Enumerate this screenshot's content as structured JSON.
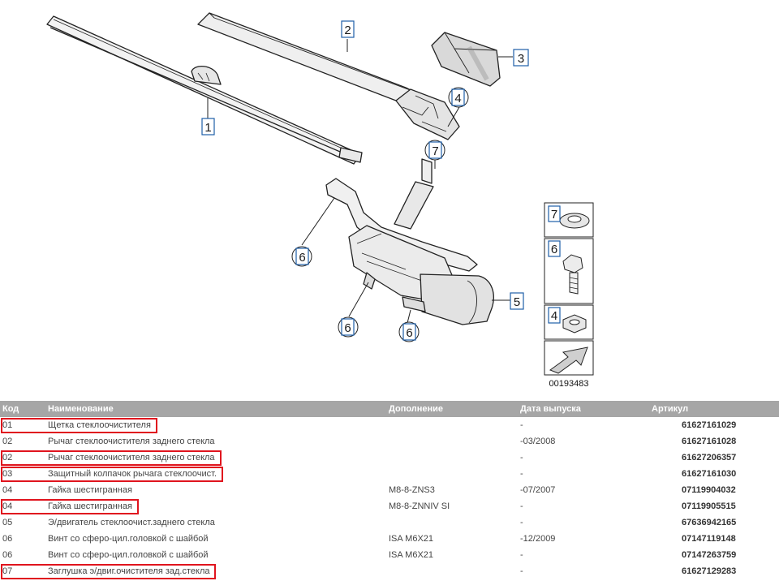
{
  "diagram": {
    "callouts": [
      "1",
      "2",
      "3",
      "4",
      "7",
      "6",
      "6",
      "6",
      "5"
    ],
    "legend_items": [
      "7",
      "6",
      "4"
    ],
    "code": "00193483"
  },
  "table": {
    "headers": {
      "code": "Код",
      "name": "Наименование",
      "supplement": "Дополнение",
      "release_date": "Дата выпуска",
      "article": "Артикул"
    },
    "rows": [
      {
        "code": "01",
        "name": "Щетка стеклоочистителя",
        "supplement": "",
        "date": "-",
        "article": "61627161029",
        "highlight": true
      },
      {
        "code": "02",
        "name": "Рычаг стеклоочистителя заднего стекла",
        "supplement": "",
        "date": "-03/2008",
        "article": "61627161028",
        "highlight": false
      },
      {
        "code": "02",
        "name": "Рычаг стеклоочистителя заднего стекла",
        "supplement": "",
        "date": "-",
        "article": "61627206357",
        "highlight": true
      },
      {
        "code": "03",
        "name": "Защитный колпачок рычага стеклоочист.",
        "supplement": "",
        "date": "-",
        "article": "61627161030",
        "highlight": true
      },
      {
        "code": "04",
        "name": "Гайка шестигранная",
        "supplement": "M8-8-ZNS3",
        "date": "-07/2007",
        "article": "07119904032",
        "highlight": false
      },
      {
        "code": "04",
        "name": "Гайка шестигранная",
        "supplement": "M8-8-ZNNIV SI",
        "date": "-",
        "article": "07119905515",
        "highlight": true
      },
      {
        "code": "05",
        "name": "Э/двигатель стеклоочист.заднего стекла",
        "supplement": "",
        "date": "-",
        "article": "67636942165",
        "highlight": false
      },
      {
        "code": "06",
        "name": "Винт со сферо-цил.головкой с шайбой",
        "supplement": "ISA M6X21",
        "date": "-12/2009",
        "article": "07147119148",
        "highlight": false
      },
      {
        "code": "06",
        "name": "Винт со сферо-цил.головкой с шайбой",
        "supplement": "ISA M6X21",
        "date": "-",
        "article": "07147263759",
        "highlight": false
      },
      {
        "code": "07",
        "name": "Заглушка э/двиг.очистителя зад.стекла",
        "supplement": "",
        "date": "-",
        "article": "61627129283",
        "highlight": true
      }
    ]
  },
  "colors": {
    "header_bg": "#a6a6a6",
    "highlight": "#e0141e",
    "callout_border": "#1f5fa8"
  }
}
